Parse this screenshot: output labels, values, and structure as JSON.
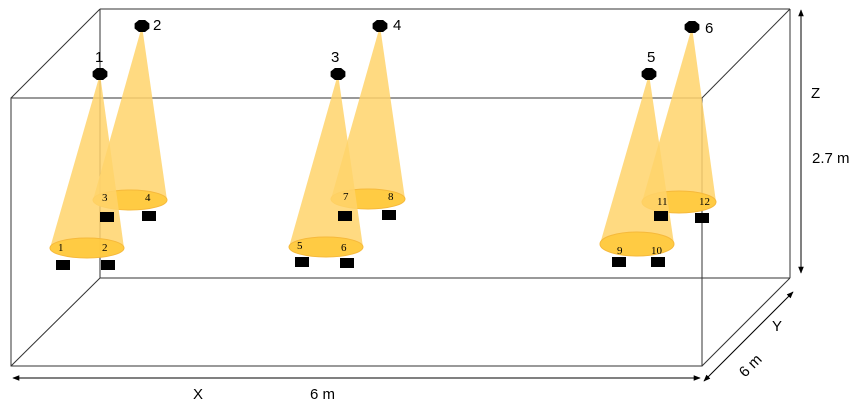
{
  "room": {
    "x_label": "X",
    "x_length": "6 m",
    "y_label": "Y",
    "y_length": "6 m",
    "z_label": "Z",
    "z_length": "2.7 m"
  },
  "lamps": [
    {
      "id": "1",
      "color": "#000000"
    },
    {
      "id": "2",
      "color": "#000000"
    },
    {
      "id": "3",
      "color": "#000000"
    },
    {
      "id": "4",
      "color": "#000000"
    },
    {
      "id": "5",
      "color": "#000000"
    },
    {
      "id": "6",
      "color": "#000000"
    }
  ],
  "receivers": [
    "1",
    "2",
    "3",
    "4",
    "5",
    "6",
    "7",
    "8",
    "9",
    "10",
    "11",
    "12"
  ],
  "colors": {
    "beam": "#FFD36B",
    "beam_edge": "#F6B93B",
    "pool": "#FFC93C",
    "line": "#000000"
  }
}
